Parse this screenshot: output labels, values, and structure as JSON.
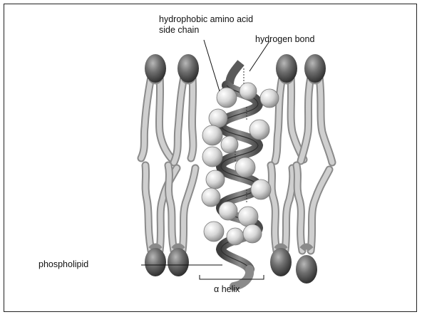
{
  "labels": {
    "hydrophobic_line1": "hydrophobic amino acid",
    "hydrophobic_line2": "side chain",
    "hydrogen_bond": "hydrogen bond",
    "phospholipid": "phospholipid",
    "alpha_helix": "α helix"
  },
  "colors": {
    "tail": "#bdbdbd",
    "tail_edge": "#8a8a8a",
    "head": "#6f6f6f",
    "head_dark": "#3a3a3a",
    "sphere": "#d9d9d9",
    "ribbon": "#7a7a7a",
    "ribbon_dark": "#3d3d3d"
  }
}
